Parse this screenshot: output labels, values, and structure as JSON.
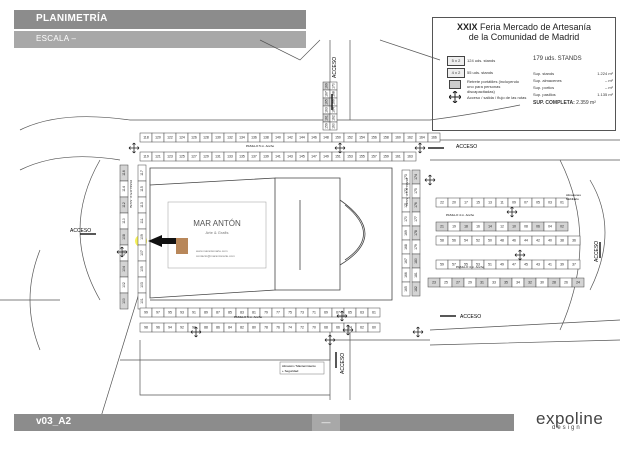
{
  "header": {
    "title": "PLANIMETRÍA",
    "scale": "ESCALA –"
  },
  "footer": {
    "version": "v03_A2",
    "dash": "—"
  },
  "logo": {
    "name": "expoline",
    "sub": "design"
  },
  "info": {
    "title_line1": "XXIX",
    "title_line1b": "Feria Mercado de Artesanía",
    "title_line2": "de la Comunidad de Madrid",
    "legend": [
      {
        "box": "5 x 2",
        "text": "124 uds. stands"
      },
      {
        "box": "4 x 2",
        "text": "55 uds. stands"
      },
      {
        "box": "",
        "text": "Retrete portátiles (incluyendo uno para personas discapacitadas)"
      },
      {
        "box": "",
        "text": "Acceso / salida / flujo de las rutas"
      }
    ],
    "stands_total": "179 uds. STANDS",
    "stats": [
      {
        "label": "Sup. stands",
        "value": "1.224 m²"
      },
      {
        "label": "Sup. almacenes",
        "value": "– m²"
      },
      {
        "label": "Sup. portics",
        "value": "– m²"
      },
      {
        "label": "Sup. pasillos",
        "value": "1.135 m²"
      }
    ],
    "sup_total_label": "SUP. COMPLETA:",
    "sup_total_value": "2.359 m²"
  },
  "map": {
    "access_labels": [
      "ACCESO",
      "ACCESO",
      "ACCESO",
      "ACCESO",
      "ACCESO",
      "ACCESO"
    ],
    "aisle_labels": [
      "PASILLO 5 m. Ancho",
      "PASILLO 5 m. Ancho",
      "PASILLO 5 m. Ancho",
      "PASILLO 4 m. Ancho",
      "PASILLO 4 m. Ancho",
      "PASILLO 4 m. Ancho"
    ],
    "top_row_1": [
      "118",
      "120",
      "122",
      "124",
      "126",
      "128",
      "130",
      "132",
      "134",
      "136",
      "138",
      "140",
      "142",
      "144",
      "146",
      "148",
      "150",
      "152",
      "154",
      "156",
      "158",
      "160",
      "162",
      "164",
      "166"
    ],
    "top_row_2": [
      "119",
      "121",
      "123",
      "125",
      "127",
      "129",
      "131",
      "133",
      "135",
      "137",
      "139",
      "141",
      "143",
      "145",
      "147",
      "149",
      "151",
      "153",
      "155",
      "157",
      "159",
      "161",
      "163"
    ],
    "vertical_top": [
      "169",
      "167",
      "165",
      "163",
      "161",
      "159"
    ],
    "vertical_top_b": [
      "170",
      "168",
      "166",
      "164",
      "162",
      "160"
    ],
    "left_col_a": [
      "117",
      "115",
      "113",
      "111",
      "109",
      "107",
      "105",
      "103",
      "101"
    ],
    "left_col_b": [
      "116",
      "114",
      "112",
      "110",
      "108",
      "106",
      "104",
      "102",
      "100"
    ],
    "right_col_a": [
      "173",
      "172",
      "171",
      "170",
      "169",
      "168",
      "167",
      "166",
      "165"
    ],
    "right_col_b": [
      "174",
      "175",
      "176",
      "177",
      "178",
      "179",
      "180",
      "181",
      "182"
    ],
    "bottom_row_1": [
      "99",
      "97",
      "95",
      "93",
      "91",
      "89",
      "87",
      "85",
      "83",
      "81",
      "79",
      "77",
      "75",
      "73",
      "71",
      "69",
      "67",
      "65",
      "63",
      "61"
    ],
    "bottom_row_2": [
      "98",
      "96",
      "94",
      "92",
      "90",
      "88",
      "86",
      "84",
      "82",
      "80",
      "78",
      "76",
      "74",
      "72",
      "70",
      "68",
      "66",
      "64",
      "62",
      "60"
    ],
    "right_block_r1": [
      "22",
      "20",
      "17",
      "15",
      "13",
      "11",
      "09",
      "07",
      "05",
      "03",
      "01"
    ],
    "right_block_r2": [
      "21",
      "19",
      "18",
      "16",
      "14",
      "12",
      "10",
      "08",
      "06",
      "04",
      "02"
    ],
    "right_block_r3": [
      "58",
      "56",
      "54",
      "52",
      "50",
      "48",
      "46",
      "44",
      "42",
      "40",
      "38",
      "36"
    ],
    "right_block_r4": [
      "59",
      "57",
      "55",
      "53",
      "51",
      "49",
      "47",
      "45",
      "43",
      "41",
      "39",
      "37"
    ],
    "right_block_r5": [
      "23",
      "25",
      "27",
      "29",
      "31",
      "33",
      "35",
      "34",
      "32",
      "30",
      "28",
      "26",
      "24"
    ],
    "misc_labels": [
      "Almacén / Mantenimiento",
      "+ Seguridad",
      "Almacenes",
      "Mobiliario"
    ],
    "exhibitor": {
      "name": "MAR ANTÓN",
      "sub": "Arte & Grafis",
      "note1": "www.marantonarte.com",
      "note2": "contacto@marantonarte.com"
    },
    "highlight_stand": "107"
  }
}
